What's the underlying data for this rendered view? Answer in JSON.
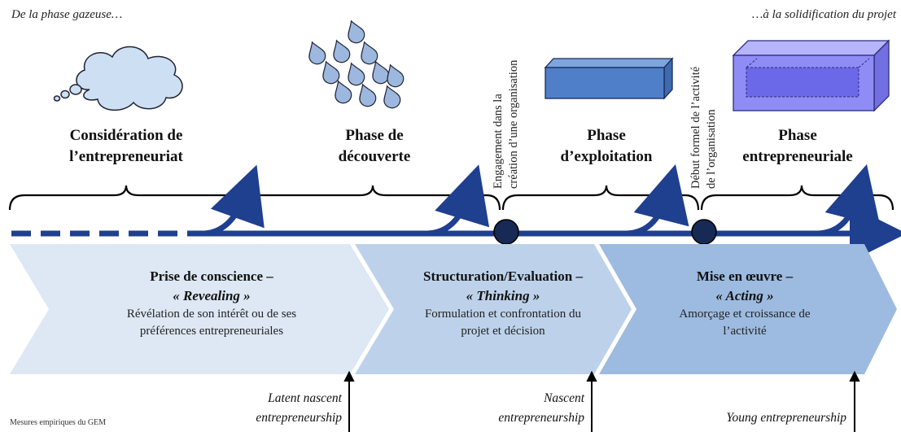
{
  "corner_notes": {
    "left": "De la phase gazeuse…",
    "right": "…à la solidification du projet"
  },
  "phases": [
    {
      "line1": "Considération de",
      "line2": "l’entrepreneuriat"
    },
    {
      "line1": "Phase de",
      "line2": "découverte"
    },
    {
      "line1": "Phase",
      "line2": "d’exploitation"
    },
    {
      "line1": "Phase",
      "line2": "entrepreneuriale"
    }
  ],
  "milestones": [
    {
      "line1": "Engagement dans la",
      "line2": "création d’une organisation"
    },
    {
      "line1": "Début formel de l’activité",
      "line2": "de l’organisation"
    }
  ],
  "stages": [
    {
      "title": "Prise de conscience –",
      "keyword": "« Revealing »",
      "line1": "Révélation de son intérêt ou de ses",
      "line2": "préférences entrepreneuriales",
      "color": "#dde8f4"
    },
    {
      "title": "Structuration/Evaluation –",
      "keyword": "« Thinking »",
      "line1": "Formulation et confrontation du",
      "line2": "projet et décision",
      "color": "#bdd2ea"
    },
    {
      "title": "Mise en œuvre –",
      "keyword": "« Acting »",
      "line1": "Amorçage et croissance de",
      "line2": "l’activité",
      "color": "#9dbbe0"
    }
  ],
  "measures": [
    {
      "line1": "Latent nascent",
      "line2": "entrepreneurship"
    },
    {
      "line1": "Nascent",
      "line2": "entrepreneurship"
    },
    {
      "line1": "Young entrepreneurship",
      "line2": ""
    }
  ],
  "footnote": "Mesures empiriques du GEM",
  "colors": {
    "timeline": "#1f3f8f",
    "milestone_dot": "#162a55",
    "cloud_stroke": "#223",
    "drop_fill": "#9cb8df",
    "bar_fill": "#4f7fc8",
    "cube_fill": "#8f8df5"
  }
}
